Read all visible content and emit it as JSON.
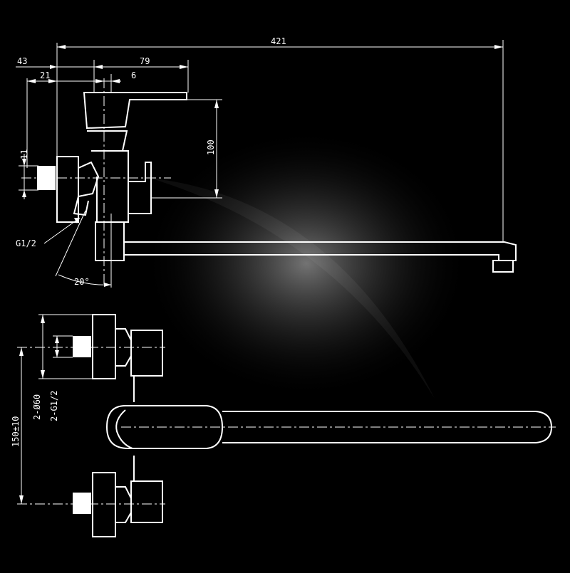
{
  "dimensions": {
    "overall_length": "421",
    "wall_offset": "43",
    "handle_reach": "79",
    "body_offset": "21",
    "small_offset": "6",
    "height": "100",
    "thread_height": "11",
    "inlet_thread": "G1/2",
    "angle": "20°",
    "center_distance": "150±10",
    "flange_diameter": "2-Ø60",
    "inlet_threads": "2-G1/2"
  },
  "colors": {
    "background": "#000000",
    "lines": "#ffffff"
  }
}
